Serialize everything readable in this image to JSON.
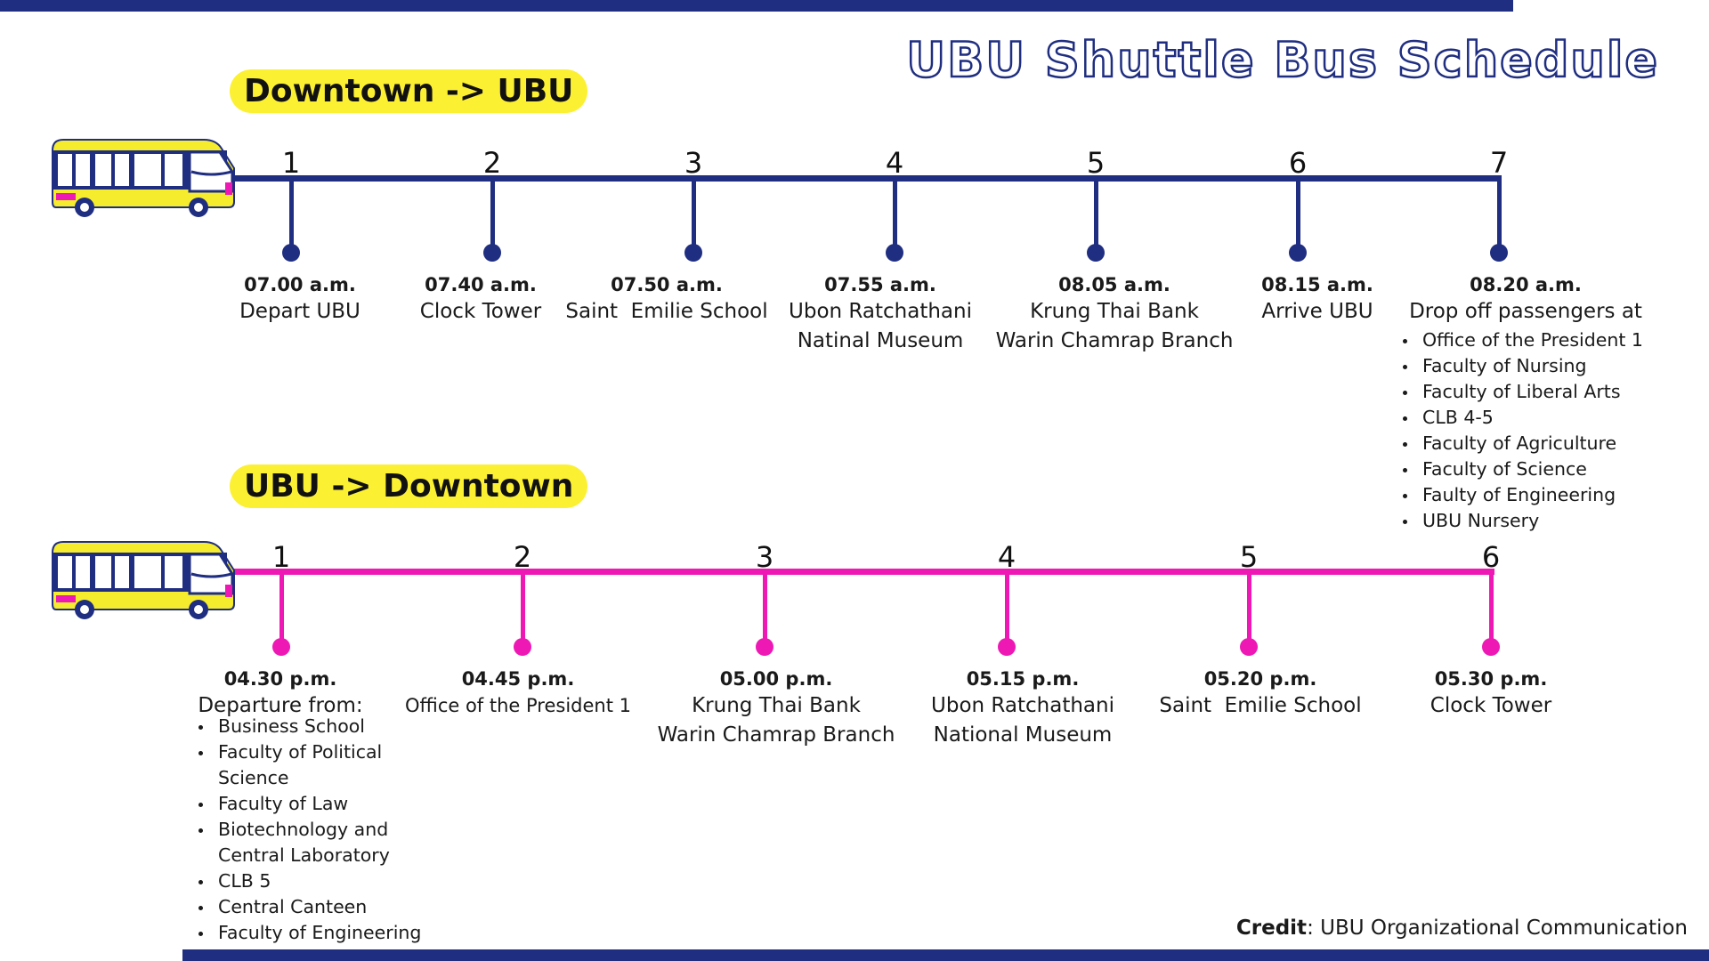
{
  "title": "UBU Shuttle Bus Schedule",
  "route1": {
    "label": "Downtown -> UBU",
    "stops": [
      {
        "num": "1",
        "time": "07.00 a.m.",
        "loc1": "Depart UBU",
        "loc2": ""
      },
      {
        "num": "2",
        "time": "07.40 a.m.",
        "loc1": "Clock Tower",
        "loc2": ""
      },
      {
        "num": "3",
        "time": "07.50 a.m.",
        "loc1": "Saint  Emilie School",
        "loc2": ""
      },
      {
        "num": "4",
        "time": "07.55 a.m.",
        "loc1": "Ubon Ratchathani",
        "loc2": "Natinal Museum"
      },
      {
        "num": "5",
        "time": "08.05 a.m.",
        "loc1": "Krung Thai Bank",
        "loc2": "Warin Chamrap Branch"
      },
      {
        "num": "6",
        "time": "08.15 a.m.",
        "loc1": "Arrive UBU",
        "loc2": ""
      },
      {
        "num": "7",
        "time": "08.20 a.m.",
        "loc1": "Drop off passengers at",
        "loc2": ""
      }
    ],
    "dropoff": [
      "Office of the President 1",
      "Faculty of Nursing",
      "Faculty of Liberal Arts",
      "CLB 4-5",
      "Faculty of Agriculture",
      "Faculty of Science",
      "Faulty of Engineering",
      "UBU Nursery"
    ]
  },
  "route2": {
    "label": "UBU -> Downtown",
    "stops": [
      {
        "num": "1",
        "time": "04.30 p.m.",
        "loc1": "Departure from:",
        "loc2": ""
      },
      {
        "num": "2",
        "time": "04.45 p.m.",
        "loc1": "Office of the President 1",
        "loc2": ""
      },
      {
        "num": "3",
        "time": "05.00 p.m.",
        "loc1": "Krung Thai Bank",
        "loc2": "Warin Chamrap Branch"
      },
      {
        "num": "4",
        "time": "05.15 p.m.",
        "loc1": "Ubon Ratchathani",
        "loc2": "National Museum"
      },
      {
        "num": "5",
        "time": "05.20 p.m.",
        "loc1": "Saint  Emilie School",
        "loc2": ""
      },
      {
        "num": "6",
        "time": "05.30 p.m.",
        "loc1": "Clock Tower",
        "loc2": ""
      }
    ],
    "departure": [
      "Business School",
      "Faculty of Political Science",
      "Faculty of Law",
      "Biotechnology and Central Laboratory",
      "CLB 5",
      "Central Canteen",
      "Faculty of Engineering"
    ]
  },
  "credit": {
    "label": "Credit",
    "text": ": UBU Organizational Communication"
  },
  "colors": {
    "navy": "#1f2e80",
    "magenta": "#ee19b4",
    "yellow": "#fcf032"
  }
}
